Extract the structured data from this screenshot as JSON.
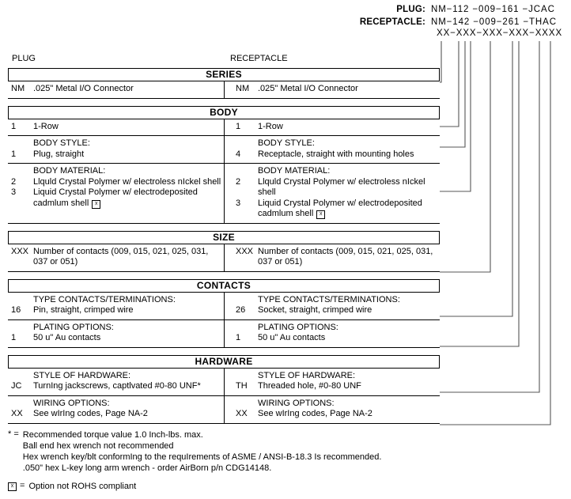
{
  "header": {
    "rows": [
      {
        "label": "PLUG:",
        "value": "NM−112 −009−161 −JCAC"
      },
      {
        "label": "RECEPTACLE:",
        "value": "NM−142 −009−261 −THAC"
      }
    ],
    "mask": "XX−XXX−XXX−XXX−XXXX"
  },
  "columns": {
    "plug": "PLUG",
    "receptacle": "RECEPTACLE"
  },
  "sections": [
    {
      "title": "SERIES",
      "groups": [
        {
          "heading_plug": "",
          "heading_recep": "",
          "plug": [
            {
              "code": "NM",
              "text": ".025\" Metal I/O Connector"
            }
          ],
          "recep": [
            {
              "code": "NM",
              "text": ".025\" Metal I/O Connector"
            }
          ]
        }
      ]
    },
    {
      "title": "BODY",
      "groups": [
        {
          "heading_plug": "",
          "heading_recep": "",
          "plug": [
            {
              "code": "1",
              "text": "1-Row"
            }
          ],
          "recep": [
            {
              "code": "1",
              "text": "1-Row"
            }
          ]
        },
        {
          "heading_plug": "BODY STYLE:",
          "heading_recep": "BODY STYLE:",
          "plug": [
            {
              "code": "1",
              "text": "Plug, straight"
            }
          ],
          "recep": [
            {
              "code": "4",
              "text": "Receptacle, straight with mounting holes"
            }
          ]
        },
        {
          "heading_plug": "BODY MATERIAL:",
          "heading_recep": "BODY MATERIAL:",
          "plug": [
            {
              "code": "2",
              "text": "Llquld Crystal Polymer w/ electroless nIckel shell"
            },
            {
              "code": "3",
              "text": "Liquid Crystal Polymer w/ electrodeposited",
              "text2": "cadmlum shell",
              "rohs": true
            }
          ],
          "recep": [
            {
              "code": "2",
              "text": "Llquld Crystal Polymer w/ electroless nIckel shell"
            },
            {
              "code": "3",
              "text": "Liquid Crystal Polymer w/ electrodeposited",
              "text2": "cadmlum shell",
              "rohs": true
            }
          ]
        }
      ]
    },
    {
      "title": "SIZE",
      "groups": [
        {
          "heading_plug": "",
          "heading_recep": "",
          "plug": [
            {
              "code": "XXX",
              "text": "Number of contacts (009, 015, 021, 025, 031,",
              "text2": "037 or 051)"
            }
          ],
          "recep": [
            {
              "code": "XXX",
              "text": "Number of contacts (009, 015, 021, 025, 031,",
              "text2": "037 or 051)"
            }
          ]
        }
      ]
    },
    {
      "title": "CONTACTS",
      "groups": [
        {
          "heading_plug": "TYPE CONTACTS/TERMINATIONS:",
          "heading_recep": "TYPE CONTACTS/TERMINATIONS:",
          "plug": [
            {
              "code": "16",
              "text": "Pin, straight, crimped wire"
            }
          ],
          "recep": [
            {
              "code": "26",
              "text": "Socket, straight, crimped wire"
            }
          ]
        },
        {
          "heading_plug": "PLATING OPTIONS:",
          "heading_recep": "PLATING OPTIONS:",
          "plug": [
            {
              "code": "1",
              "text": "50 u\" Au contacts"
            }
          ],
          "recep": [
            {
              "code": "1",
              "text": "50 u\" Au contacts"
            }
          ]
        }
      ]
    },
    {
      "title": "HARDWARE",
      "groups": [
        {
          "heading_plug": "STYLE OF HARDWARE:",
          "heading_recep": "STYLE OF HARDWARE:",
          "plug": [
            {
              "code": "JC",
              "text": "TurnIng jackscrews, captlvated #0-80 UNF*"
            }
          ],
          "recep": [
            {
              "code": "TH",
              "text": "Threaded hole, #0-80 UNF"
            }
          ]
        },
        {
          "heading_plug": "WIRING OPTIONS:",
          "heading_recep": "WIRING OPTIONS:",
          "plug": [
            {
              "code": "XX",
              "text": "See wIrIng codes, Page NA-2"
            }
          ],
          "recep": [
            {
              "code": "XX",
              "text": "See wIrIng codes, Page NA-2"
            }
          ]
        }
      ]
    }
  ],
  "footnotes": [
    {
      "symbol": "* =",
      "lines": [
        "Recommended torque value 1.0 Inch-lbs. max.",
        "Ball end hex wrench not recommended",
        "Hex wrench key/blt conformIng to the requIrements of ASME / ANSI-B-18.3 Is recommended.",
        ".050\" hex L-key long arm wrench - order AirBorn p/n CDG14148."
      ]
    },
    {
      "symbol": "=",
      "rohs_symbol": true,
      "lines": [
        "Option not ROHS compliant"
      ]
    }
  ]
}
